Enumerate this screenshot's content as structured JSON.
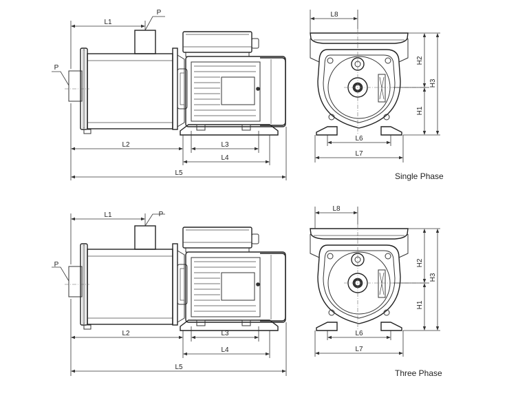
{
  "views": [
    {
      "caption": "Single Phase",
      "labels": {
        "L1": "L1",
        "L2": "L2",
        "L3": "L3",
        "L4": "L4",
        "L5": "L5",
        "L6": "L6",
        "L7": "L7",
        "L8": "L8",
        "H1": "H1",
        "H2": "H2",
        "H3": "H3",
        "P_top": "P",
        "P_side": "P"
      }
    },
    {
      "caption": "Three Phase",
      "labels": {
        "L1": "L1",
        "L2": "L2",
        "L3": "L3",
        "L4": "L4",
        "L5": "L5",
        "L6": "L6",
        "L7": "L7",
        "L8": "L8",
        "H1": "H1",
        "H2": "H2",
        "H3": "H3",
        "P_top": "P",
        "P_side": "P"
      }
    }
  ]
}
